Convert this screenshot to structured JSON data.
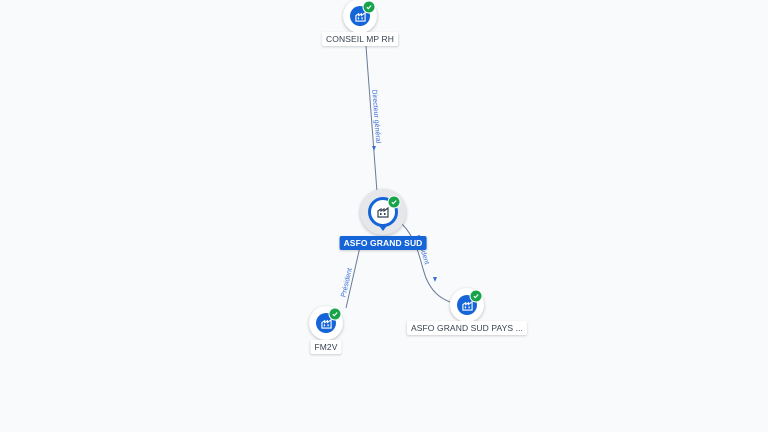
{
  "graph": {
    "nodes": {
      "conseil": {
        "label": "CONSEIL MP RH",
        "icon": "building-icon",
        "verified": true
      },
      "asfo": {
        "label": "ASFO GRAND SUD",
        "icon": "building-icon",
        "verified": true,
        "selected": true
      },
      "fm2v": {
        "label": "FM2V",
        "icon": "building-icon",
        "verified": true
      },
      "asfo_pays": {
        "label": "ASFO GRAND SUD PAYS ...",
        "icon": "building-icon",
        "verified": true
      }
    },
    "edges": {
      "conseil_asfo": {
        "label": "Directeur général"
      },
      "asfo_fm2v": {
        "label": "Président"
      },
      "asfo_pays": {
        "label": "Président"
      }
    }
  },
  "colors": {
    "accent": "#1565d8",
    "verified": "#16a34a",
    "edge": "#6b7a99",
    "background": "#f8fafc"
  }
}
